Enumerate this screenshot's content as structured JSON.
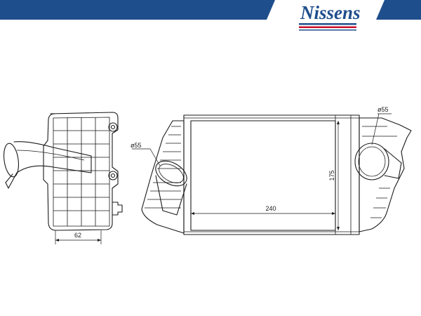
{
  "header": {
    "brand": "Nissens",
    "colors": {
      "band": "#1f4e8c",
      "brand_text": "#1f4e8c",
      "stripe_red": "#c8102e"
    }
  },
  "dimensions": {
    "side_width": "62",
    "inlet_diameter": "ø55",
    "outlet_diameter": "ø55",
    "core_width": "240",
    "core_height": "175"
  }
}
